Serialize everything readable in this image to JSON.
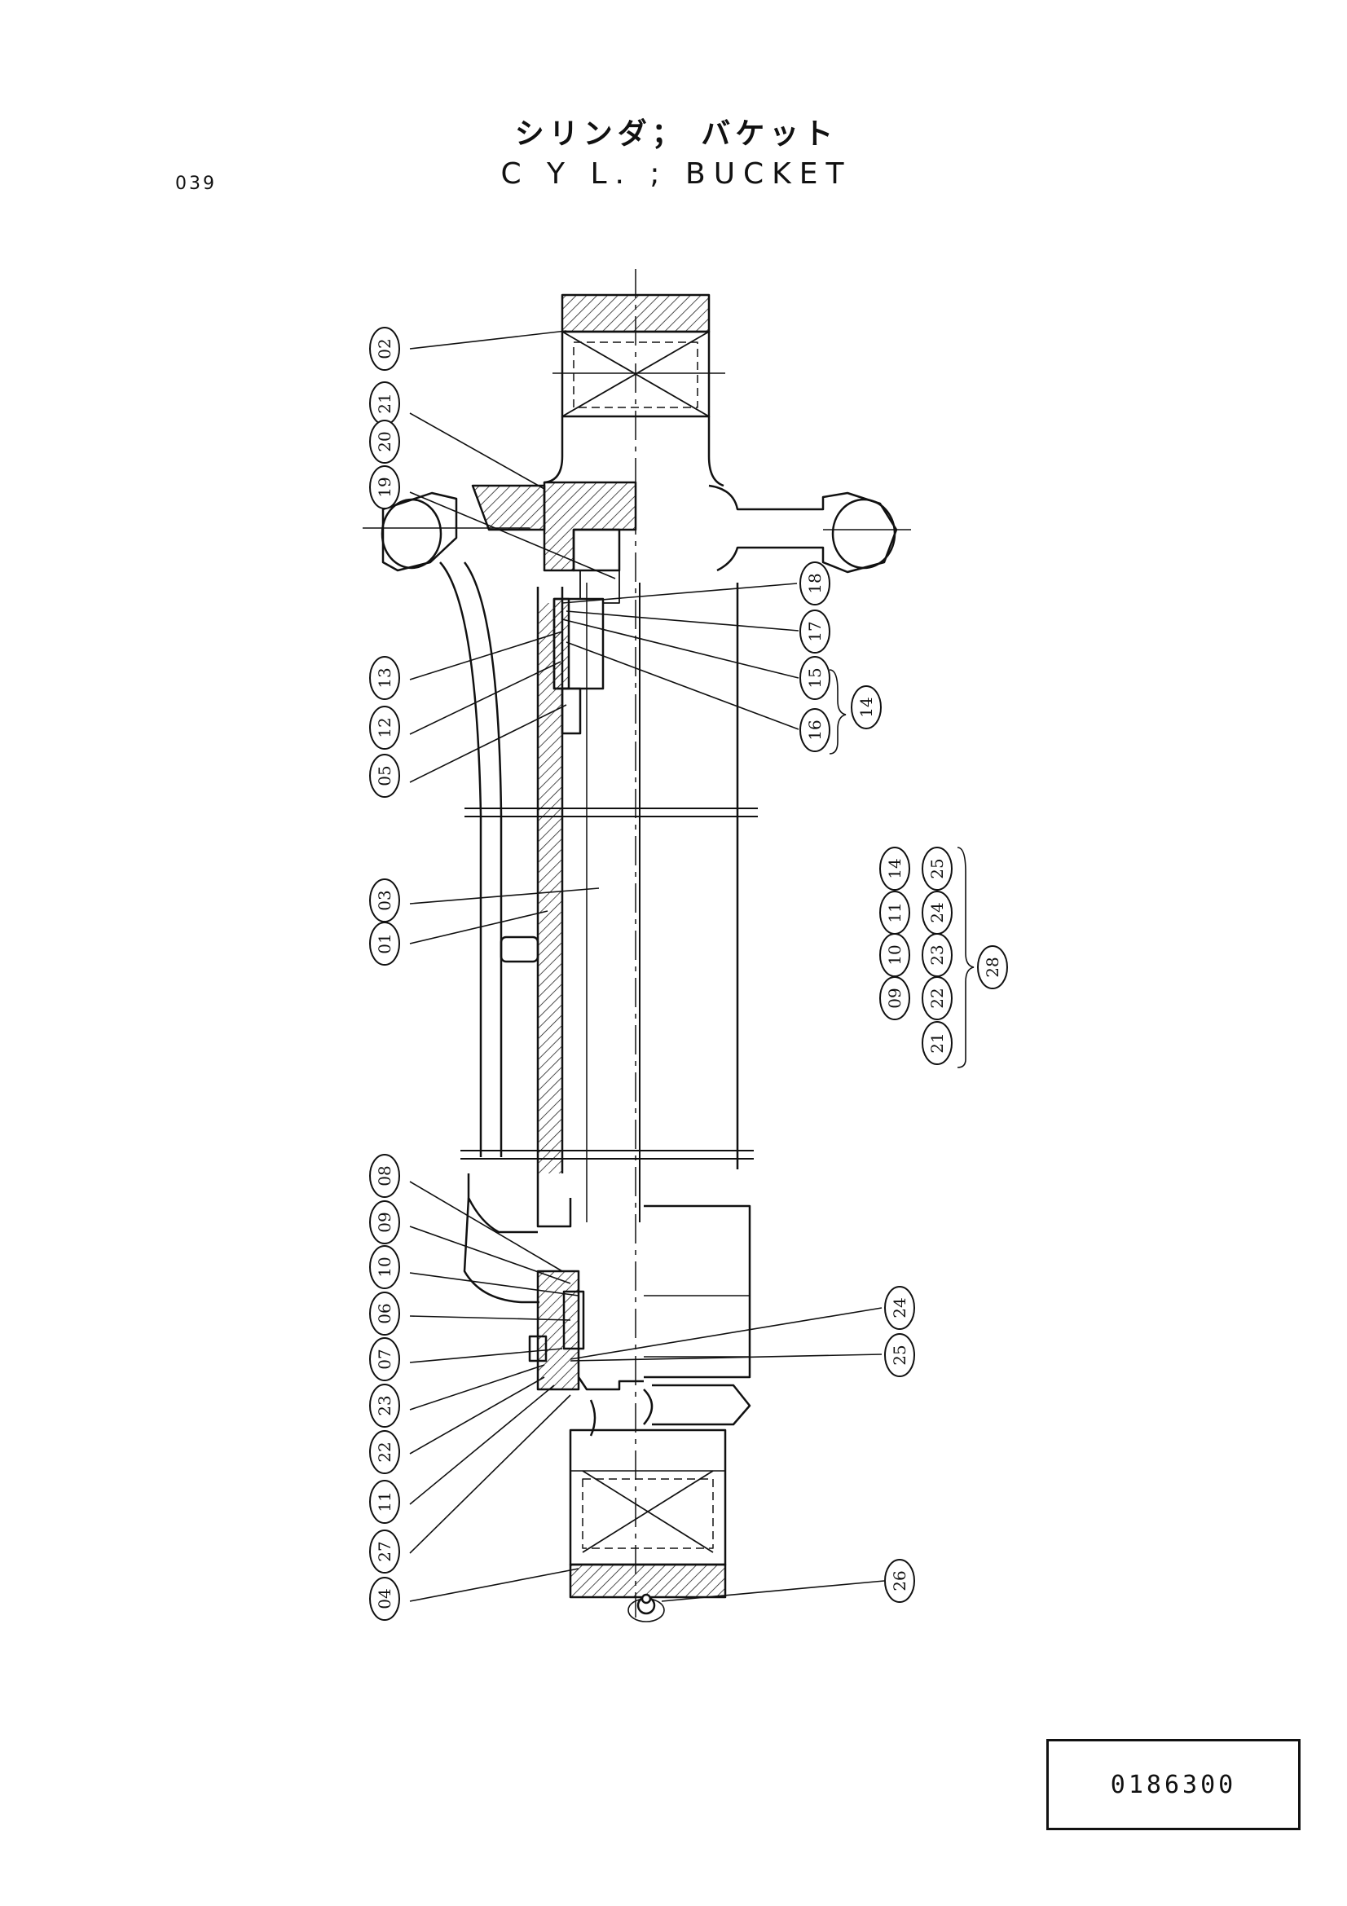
{
  "header": {
    "title_jp": "シリンダ； バケット",
    "title_en": "C Y L. ; BUCKET",
    "page_code": "039"
  },
  "part_number": "0186300",
  "callouts": {
    "c02": "02",
    "c21": "21",
    "c20": "20",
    "c19": "19",
    "c13": "13",
    "c12": "12",
    "c05": "05",
    "c03": "03",
    "c01": "01",
    "c08": "08",
    "c09": "09",
    "c10": "10",
    "c06": "06",
    "c07": "07",
    "c23": "23",
    "c22": "22",
    "c11": "11",
    "c27": "27",
    "c04": "04",
    "c18": "18",
    "c17": "17",
    "c15": "15",
    "c16": "16",
    "c14": "14",
    "c24": "24",
    "c25": "25",
    "c26": "26"
  },
  "kit": {
    "col1": [
      "09",
      "10",
      "11",
      "14"
    ],
    "col2": [
      "21",
      "22",
      "23",
      "24",
      "25"
    ],
    "group": "28"
  }
}
